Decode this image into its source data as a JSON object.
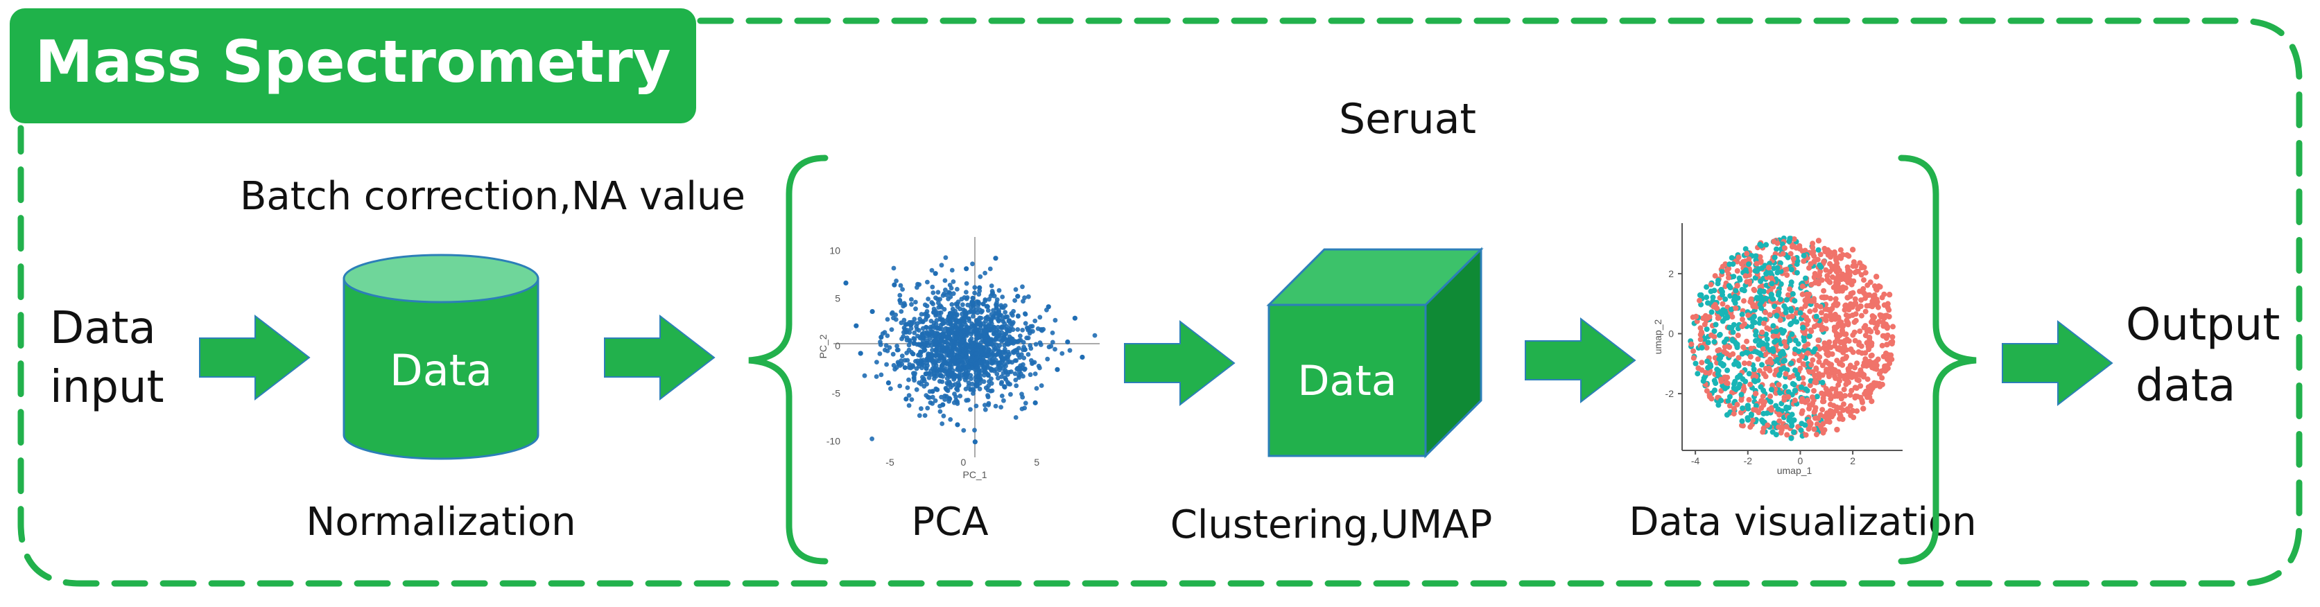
{
  "title": "Mass Spectrometry",
  "pipeline_group_label": "Seruat",
  "nodes": {
    "data_input_line1": "Data",
    "data_input_line2": "input",
    "normalization_top": "Batch correction,NA value",
    "cylinder_label": "Data",
    "normalization_bottom": "Normalization",
    "pca_label": "PCA",
    "cube_label": "Data",
    "clustering_label": "Clustering,UMAP",
    "visualization_label": "Data visualization",
    "output_line1": "Output",
    "output_line2": "data"
  },
  "colors": {
    "green": "#22b14c",
    "green_dark": "#0f8a35",
    "green_light": "#6fd69a",
    "title_bg": "#1fb24a",
    "pca_points": "#1f6db4",
    "umap_red": "#f0736a",
    "umap_teal": "#19b5b6"
  },
  "chart_data": [
    {
      "type": "scatter",
      "xlabel": "PC_1",
      "ylabel": "PC_2",
      "xlim": [
        -8,
        9
      ],
      "ylim": [
        -11,
        11
      ],
      "x_ticks": [
        "-5",
        "0",
        "5"
      ],
      "x_tick_values": [
        -5,
        0,
        5
      ],
      "y_ticks": [
        "10",
        "5",
        "0",
        "-5",
        "-10"
      ],
      "y_tick_values": [
        10,
        5,
        0,
        -5,
        -10
      ],
      "grid": false,
      "series": [
        {
          "points": [
            [
              -0.5,
              0.8
            ],
            [
              1.2,
              -0.6
            ],
            [
              -1.8,
              1.9
            ],
            [
              2.4,
              1.1
            ],
            [
              0.3,
              -2.2
            ],
            [
              -2.9,
              -0.7
            ],
            [
              3.1,
              2.6
            ],
            [
              -0.9,
              3.4
            ],
            [
              1.7,
              -3.1
            ],
            [
              -3.6,
              2.2
            ],
            [
              4.2,
              -0.4
            ],
            [
              -4.4,
              -1.9
            ],
            [
              0.6,
              4.6
            ],
            [
              2.8,
              -4.3
            ],
            [
              -2.1,
              -4.8
            ],
            [
              5.3,
              1.7
            ],
            [
              -5.6,
              0.9
            ],
            [
              1.1,
              6.1
            ],
            [
              -1.4,
              -6.2
            ],
            [
              6.4,
              -2.5
            ],
            [
              -6.2,
              3.6
            ],
            [
              3.7,
              5.2
            ],
            [
              -3.9,
              -5.6
            ],
            [
              7.1,
              0.4
            ],
            [
              -7.0,
              -0.8
            ],
            [
              0.2,
              8.1
            ],
            [
              -0.4,
              -8.3
            ],
            [
              4.9,
              -6.0
            ],
            [
              -4.7,
              6.4
            ],
            [
              7.6,
              2.9
            ],
            [
              -7.3,
              2.1
            ],
            [
              2.2,
              9.2
            ],
            [
              0.8,
              -10.1
            ],
            [
              -1.9,
              7.6
            ],
            [
              5.8,
              4.1
            ],
            [
              -5.1,
              -3.9
            ],
            [
              8.1,
              -1.2
            ],
            [
              -8.0,
              6.6
            ]
          ]
        }
      ]
    },
    {
      "type": "scatter",
      "xlabel": "umap_1",
      "ylabel": "umap_2",
      "xlim": [
        -4.4,
        3.9
      ],
      "ylim": [
        -3.8,
        3.5
      ],
      "x_ticks": [
        "-4",
        "-2",
        "0",
        "2"
      ],
      "x_tick_values": [
        -4,
        -2,
        0,
        2
      ],
      "y_ticks": [
        "2",
        "0",
        "-2"
      ],
      "y_tick_values": [
        2,
        0,
        -2
      ],
      "grid": false,
      "series": [
        {
          "color_key": "umap_red",
          "points": [
            [
              1.8,
              1.2
            ],
            [
              2.6,
              -0.4
            ],
            [
              0.9,
              2.4
            ],
            [
              2.1,
              -1.8
            ],
            [
              3.1,
              0.6
            ],
            [
              1.2,
              -2.6
            ],
            [
              -0.3,
              2.9
            ],
            [
              2.9,
              1.9
            ],
            [
              0.4,
              -3.0
            ],
            [
              1.6,
              0.1
            ],
            [
              -1.2,
              2.2
            ],
            [
              2.4,
              -2.5
            ],
            [
              3.3,
              -1.1
            ],
            [
              0.2,
              1.1
            ],
            [
              1.0,
              -1.2
            ],
            [
              -2.4,
              1.6
            ],
            [
              -0.8,
              -2.7
            ],
            [
              2.0,
              2.8
            ],
            [
              -2.9,
              -0.6
            ],
            [
              -1.7,
              -2.0
            ],
            [
              3.4,
              1.3
            ],
            [
              0.7,
              3.1
            ],
            [
              -3.3,
              0.9
            ],
            [
              1.4,
              -3.2
            ]
          ]
        },
        {
          "color_key": "umap_teal",
          "points": [
            [
              -1.8,
              0.4
            ],
            [
              -0.6,
              -0.9
            ],
            [
              -2.3,
              -1.4
            ],
            [
              -1.1,
              1.3
            ],
            [
              -0.2,
              -1.9
            ],
            [
              -2.7,
              0.2
            ],
            [
              -1.5,
              -0.3
            ],
            [
              0.1,
              0.2
            ],
            [
              -2.0,
              -2.4
            ],
            [
              -0.9,
              0.6
            ],
            [
              -3.0,
              -1.0
            ],
            [
              -0.4,
              -2.8
            ],
            [
              -1.3,
              2.0
            ],
            [
              0.5,
              -0.6
            ],
            [
              -2.5,
              1.1
            ]
          ]
        }
      ]
    }
  ]
}
